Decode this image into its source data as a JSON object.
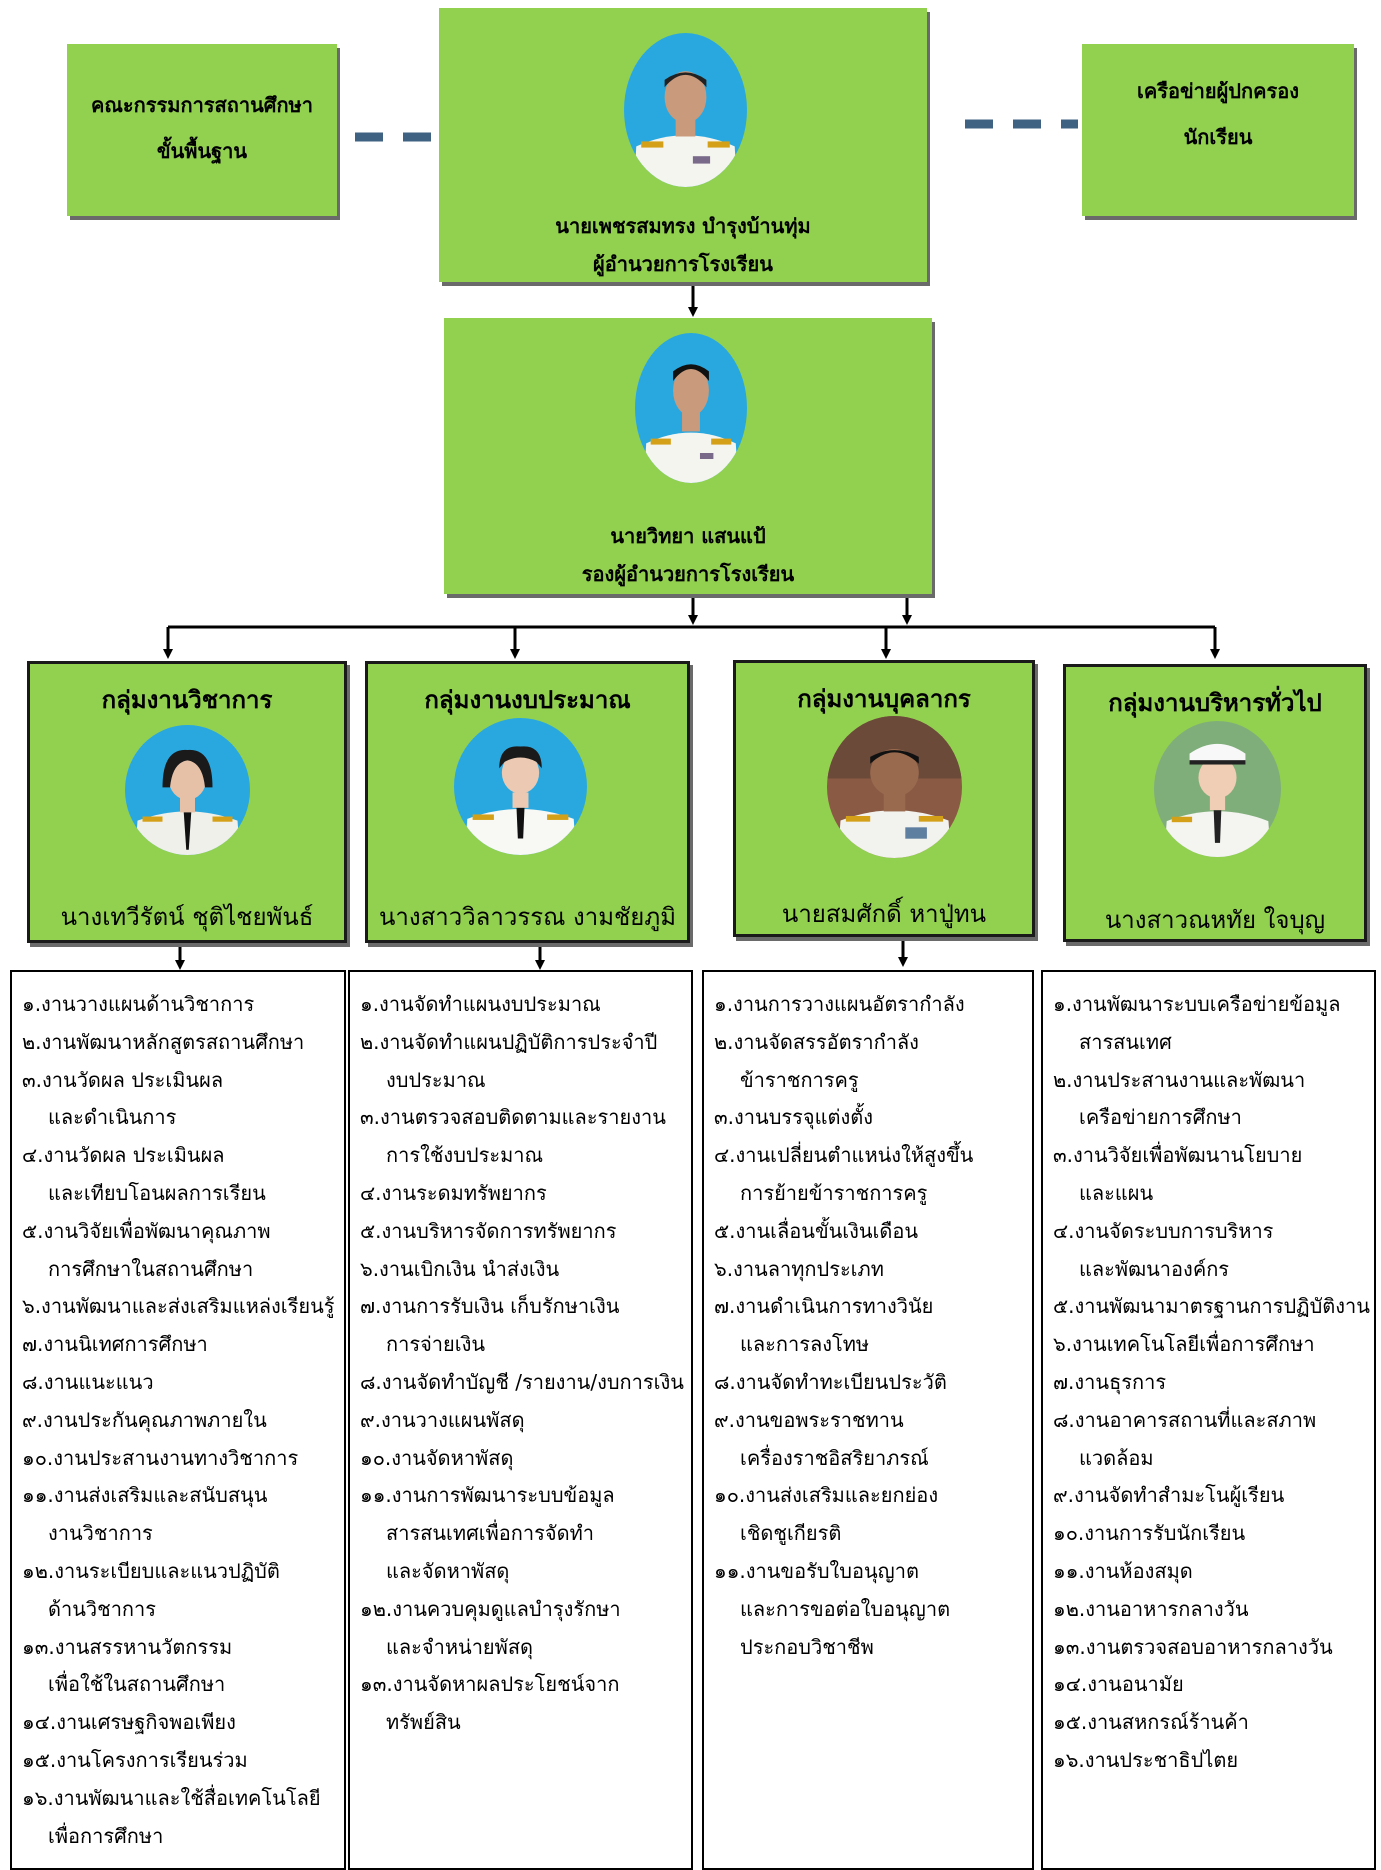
{
  "board": {
    "line1": "คณะกรรมการสถานศึกษา",
    "line2": "ขั้นพื้นฐาน"
  },
  "network": {
    "line1": "เครือข่ายผู้ปกครอง",
    "line2": "นักเรียน"
  },
  "director": {
    "name": "นายเพชรสมทรง  บำรุงบ้านทุ่ม",
    "title": "ผู้อำนวยการโรงเรียน"
  },
  "deputy": {
    "name": "นายวิทยา  แสนแป้",
    "title": "รองผู้อำนวยการโรงเรียน"
  },
  "colors": {
    "box_fill": "#92d050",
    "dash": "#3f6283",
    "photo_bg": "#29a8e0"
  },
  "groups": [
    {
      "title": "กลุ่มงานวิชาการ",
      "head": "นางเทวีรัตน์ ชุติไชยพันธ์",
      "tasks": [
        "๑.งานวางแผนด้านวิชาการ",
        "๒.งานพัฒนาหลักสูตรสถานศึกษา",
        "๓.งานวัดผล ประเมินผล",
        "และดำเนินการ",
        "๔.งานวัดผล ประเมินผล",
        "และเทียบโอนผลการเรียน",
        "๕.งานวิจัยเพื่อพัฒนาคุณภาพ",
        "การศึกษาในสถานศึกษา",
        "๖.งานพัฒนาและส่งเสริมแหล่งเรียนรู้",
        "๗.งานนิเทศการศึกษา",
        "๘.งานแนะแนว",
        "๙.งานประกันคุณภาพภายใน",
        "๑๐.งานประสานงานทางวิชาการ",
        "๑๑.งานส่งเสริมและสนับสนุน",
        "งานวิชาการ",
        "๑๒.งานระเบียบและแนวปฏิบัติ",
        "ด้านวิชาการ",
        "๑๓.งานสรรหานวัตกรรม",
        "เพื่อใช้ในสถานศึกษา",
        "๑๔.งานเศรษฐกิจพอเพียง",
        "๑๕.งานโครงการเรียนร่วม",
        "๑๖.งานพัฒนาและใช้สื่อเทคโนโลยี",
        "เพื่อการศึกษา"
      ]
    },
    {
      "title": "กลุ่มงานงบประมาณ",
      "head": "นางสาววิลาวรรณ งามชัยภูมิ",
      "tasks": [
        "๑.งานจัดทำแผนงบประมาณ",
        "๒.งานจัดทำแผนปฏิบัติการประจำปี",
        "งบประมาณ",
        "๓.งานตรวจสอบติดตามและรายงาน",
        "การใช้งบประมาณ",
        "๔.งานระดมทรัพยากร",
        "๕.งานบริหารจัดการทรัพยากร",
        "๖.งานเบิกเงิน นำส่งเงิน",
        "๗.งานการรับเงิน เก็บรักษาเงิน",
        "การจ่ายเงิน",
        "๘.งานจัดทำบัญชี /รายงาน/งบการเงิน",
        "๙.งานวางแผนพัสดุ",
        "๑๐.งานจัดหาพัสดุ",
        "๑๑.งานการพัฒนาระบบข้อมูล",
        "สารสนเทศเพื่อการจัดทำ",
        "และจัดหาพัสดุ",
        "๑๒.งานควบคุมดูแลบำรุงรักษา",
        "และจำหน่ายพัสดุ",
        "๑๓.งานจัดหาผลประโยชน์จาก",
        "ทรัพย์สิน"
      ]
    },
    {
      "title": "กลุ่มงานบุคลากร",
      "head": "นายสมศักดิ์  หาปู่ทน",
      "tasks": [
        "๑.งานการวางแผนอัตรากำลัง",
        "๒.งานจัดสรรอัตรากำลัง",
        "ข้าราชการครู",
        "๓.งานบรรจุแต่งตั้ง",
        "๔.งานเปลี่ยนตำแหน่งให้สูงขึ้น",
        "การย้ายข้าราชการครู",
        "๕.งานเลื่อนขั้นเงินเดือน",
        "๖.งานลาทุกประเภท",
        "๗.งานดำเนินการทางวินัย",
        "และการลงโทษ",
        "๘.งานจัดทำทะเบียนประวัติ",
        "๙.งานขอพระราชทาน",
        "เครื่องราชอิสริยาภรณ์",
        "๑๐.งานส่งเสริมและยกย่อง",
        "เชิดชูเกียรติ",
        "๑๑.งานขอรับใบอนุญาต",
        "และการขอต่อใบอนุญาต",
        "ประกอบวิชาชีพ"
      ]
    },
    {
      "title": "กลุ่มงานบริหารทั่วไป",
      "head": "นางสาวณหทัย  ใจบุญ",
      "tasks": [
        "๑.งานพัฒนาระบบเครือข่ายข้อมูล",
        "สารสนเทศ",
        "๒.งานประสานงานและพัฒนา",
        "เครือข่ายการศึกษา",
        "๓.งานวิจัยเพื่อพัฒนานโยบาย",
        "และแผน",
        "๔.งานจัดระบบการบริหาร",
        "และพัฒนาองค์กร",
        "๕.งานพัฒนามาตรฐานการปฏิบัติงาน",
        "๖.งานเทคโนโลยีเพื่อการศึกษา",
        "๗.งานธุรการ",
        "๘.งานอาคารสถานที่และสภาพ",
        "แวดล้อม",
        "๙.งานจัดทำสำมะโนผู้เรียน",
        "๑๐.งานการรับนักเรียน",
        "๑๑.งานห้องสมุด",
        "๑๒.งานอาหารกลางวัน",
        "๑๓.งานตรวจสอบอาหารกลางวัน",
        "๑๔.งานอนามัย",
        "๑๕.งานสหกรณ์ร้านค้า",
        "๑๖.งานประชาธิปไตย"
      ]
    }
  ]
}
